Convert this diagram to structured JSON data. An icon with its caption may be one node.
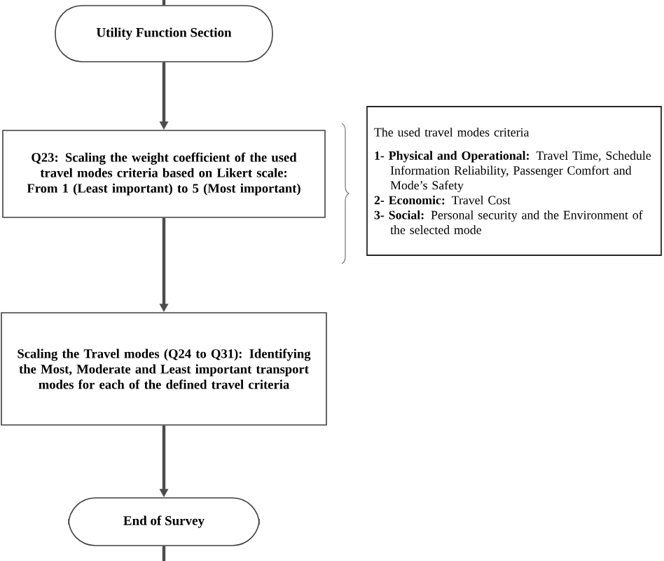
{
  "diagram": {
    "nodes": [
      {
        "text": [
          "Utility Function Section"
        ]
      },
      {
        "text": [
          "Q23: Scaling the weight coefficient of the used travel modes criteria based on Likert scale: From 1 (Least important) to 5 (Most important)"
        ]
      },
      {
        "text": [
          "The used travel modes criteria",
          "**1- Physical and Operational:** Travel Time, Schedule Information Reliability, Passenger Comfort and Mode’s Safety",
          "**2- Economic:** Travel Cost",
          "**3- Social:** Personal security and the Environment of the selected mode"
        ]
      },
      {
        "text": [
          "Scaling the Travel modes (Q24 to Q31): Identifying the Most, Moderate and Least important transport modes for each of the defined travel criteria"
        ]
      },
      {
        "text": [
          "End of Survey"
        ]
      }
    ],
    "edges": [
      {
        "from": null,
        "to": 0,
        "arrow": "none"
      },
      {
        "from": 0,
        "to": 1,
        "arrow": "to"
      },
      {
        "from": 1,
        "to": 3,
        "arrow": "to"
      },
      {
        "from": 3,
        "to": 4,
        "arrow": "to"
      },
      {
        "from": 4,
        "to": null,
        "arrow": "none"
      }
    ]
  }
}
